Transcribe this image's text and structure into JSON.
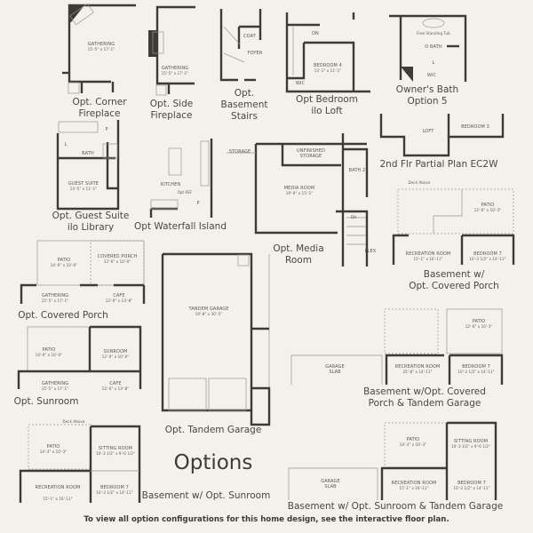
{
  "title": "Options",
  "footer": "To view all option configurations for this home design, see the interactive floor plan.",
  "colors": {
    "background": "#f3f1ea",
    "walls": "#3e3a36"
  },
  "plans": {
    "corner_fireplace": {
      "caption1": "Opt. Corner",
      "caption2": "Fireplace",
      "rooms": [
        {
          "name": "GATHERING",
          "dim": "15'-5\" x 17'-1\""
        }
      ]
    },
    "side_fireplace": {
      "caption1": "Opt. Side",
      "caption2": "Fireplace",
      "rooms": [
        {
          "name": "GATHERING",
          "dim": "15'-5\" x 17'-1\""
        }
      ]
    },
    "basement_stairs": {
      "caption1": "Opt.",
      "caption2": "Basement",
      "caption3": "Stairs",
      "rooms": [
        {
          "name": "FOYER"
        },
        {
          "name": "COAT"
        }
      ]
    },
    "bedroom_loft": {
      "caption1": "Opt Bedroom",
      "caption2": "ilo Loft",
      "rooms": [
        {
          "name": "BEDROOM 4",
          "dim": "13'-1\" x 11'-1\""
        },
        {
          "name": "WIC"
        },
        {
          "name": "DN"
        }
      ]
    },
    "owners_bath": {
      "caption1": "Owner's Bath",
      "caption2": "Option 5",
      "rooms": [
        {
          "name": "O BATH"
        },
        {
          "name": "Free Standing Tub"
        },
        {
          "name": "WIC"
        },
        {
          "name": "L"
        }
      ]
    },
    "partial_plan": {
      "caption1": "2nd Flr Partial Plan EC2W",
      "rooms": [
        {
          "name": "LOFT"
        },
        {
          "name": "BEDROOM 3"
        }
      ]
    },
    "guest_suite": {
      "caption1": "Opt. Guest Suite",
      "caption2": "ilo Library",
      "rooms": [
        {
          "name": "GUEST SUITE",
          "dim": "13'-5\" x 11'-1\""
        },
        {
          "name": "BATH"
        },
        {
          "name": "P"
        },
        {
          "name": "L"
        }
      ]
    },
    "waterfall_island": {
      "caption1": "Opt Waterfall Island",
      "rooms": [
        {
          "name": "KITCHEN"
        },
        {
          "name": "Opt REF"
        },
        {
          "name": "P"
        }
      ]
    },
    "media_room": {
      "caption1": "Opt. Media",
      "caption2": "Room",
      "rooms": [
        {
          "name": "MEDIA ROOM",
          "dim": "19'-9\" x 15'-1\""
        },
        {
          "name": "UNFINISHED STORAGE"
        },
        {
          "name": "BATH 2"
        },
        {
          "name": "STORAGE"
        },
        {
          "name": "FLEX"
        },
        {
          "name": "DN"
        }
      ]
    },
    "basement_covered_porch": {
      "caption1": "Basement w/",
      "caption2": "Opt. Covered Porch",
      "rooms": [
        {
          "name": "PATIO",
          "dim": "12'-6\" x 10'-3\""
        },
        {
          "name": "RECREATION ROOM",
          "dim": "15'-1\" x 16'-11\""
        },
        {
          "name": "BEDROOM 7",
          "dim": "10'-3 1/2\" x 14'-11\""
        },
        {
          "name": "Deck Above"
        }
      ]
    },
    "covered_porch": {
      "caption1": "Opt. Covered Porch",
      "rooms": [
        {
          "name": "PATIO",
          "dim": "14'-0\" x 10'-0\""
        },
        {
          "name": "COVERED PORCH",
          "dim": "12'-0\" x 10'-0\""
        },
        {
          "name": "GATHERING",
          "dim": "15'-5\" x 17'-1\""
        },
        {
          "name": "CAFE",
          "dim": "12'-0\" x 13'-8\""
        }
      ]
    },
    "tandem_garage": {
      "caption1": "Opt. Tandem Garage",
      "rooms": [
        {
          "name": "TANDEM GARAGE",
          "dim": "19'-8\" x 30'-5\""
        }
      ]
    },
    "sunroom": {
      "caption1": "Opt. Sunroom",
      "rooms": [
        {
          "name": "PATIO",
          "dim": "14'-0\" x 10'-0\""
        },
        {
          "name": "SUNROOM",
          "dim": "12'-0\" x 10'-0\""
        },
        {
          "name": "GATHERING",
          "dim": "15'-5\" x 17'-1\""
        },
        {
          "name": "CAFE",
          "dim": "12'-0\" x 13'-8\""
        }
      ]
    },
    "basement_sunroom": {
      "caption1": "Basement w/ Opt. Sunroom",
      "rooms": [
        {
          "name": "PATIO",
          "dim": "14'-3\" x 10'-3\""
        },
        {
          "name": "SITTING ROOM",
          "dim": "10'-3 1/2\" x 9'-6 1/2\""
        },
        {
          "name": "RECREATION ROOM",
          "dim": "15'-1\" x 16'-11\""
        },
        {
          "name": "BEDROOM 7",
          "dim": "10'-3 1/2\" x 14'-11\""
        },
        {
          "name": "Deck Above"
        }
      ]
    },
    "basement_porch_garage": {
      "caption1": "Basement w/Opt. Covered",
      "caption2": "Porch & Tandem Garage",
      "rooms": [
        {
          "name": "GARAGE SLAB"
        },
        {
          "name": "RECREATION ROOM",
          "dim": "25'-8\" x 14'-11\""
        },
        {
          "name": "BEDROOM 7",
          "dim": "10'-3 1/2\" x 14'-11\""
        },
        {
          "name": "PATIO",
          "dim": "12'-6\" x 10'-3\""
        }
      ]
    },
    "basement_sunroom_garage": {
      "caption1": "Basement w/ Opt. Sunroom & Tandem Garage",
      "rooms": [
        {
          "name": "GARAGE SLAB"
        },
        {
          "name": "PATIO",
          "dim": "14'-3\" x 10'-3\""
        },
        {
          "name": "SITTING ROOM",
          "dim": "10'-3 1/2\" x 9'-6 1/2\""
        },
        {
          "name": "RECREATION ROOM",
          "dim": "15'-1\" x 16'-11\""
        },
        {
          "name": "BEDROOM 7",
          "dim": "10'-3 1/2\" x 14'-11\""
        }
      ]
    }
  }
}
